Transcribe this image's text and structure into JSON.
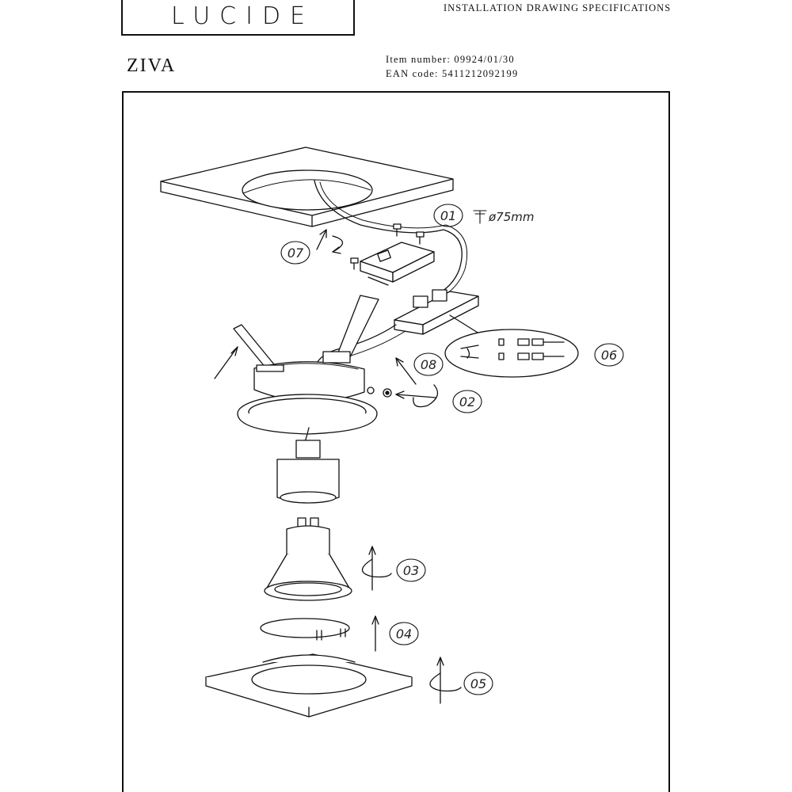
{
  "header": {
    "logo_text": "LUCIDE",
    "doc_title": "INSTALLATION DRAWING SPECIFICATIONS",
    "product_name": "ZIVA",
    "item_number": "Item number: 09924/01/30",
    "ean_code": "EAN code: 5411212092199"
  },
  "diagram": {
    "cutout_label": "ø75mm",
    "steps": [
      {
        "label": "01"
      },
      {
        "label": "02"
      },
      {
        "label": "03"
      },
      {
        "label": "04"
      },
      {
        "label": "05"
      },
      {
        "label": "06"
      },
      {
        "label": "07"
      },
      {
        "label": "08"
      }
    ]
  }
}
